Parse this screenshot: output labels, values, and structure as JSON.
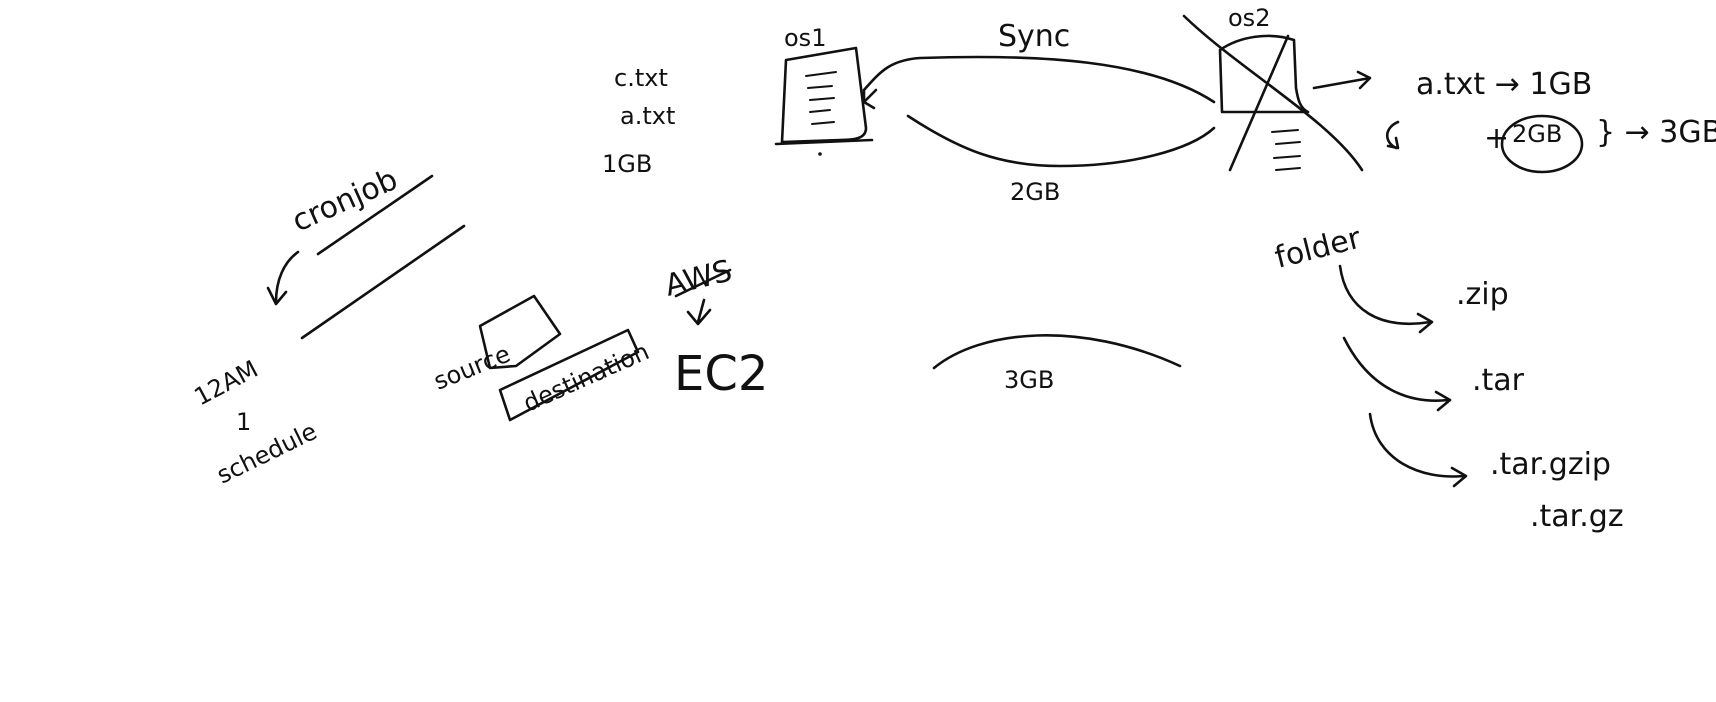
{
  "canvas": {
    "background": "#ffffff",
    "ink_color": "#111111"
  },
  "left": {
    "cronjob_label": "cronjob",
    "time_label": "12AM",
    "tick_label": "1",
    "schedule_label": "schedule",
    "source_label": "source",
    "destination_label": "destination"
  },
  "aws": {
    "aws_label": "AWS",
    "ec2_label": "EC2"
  },
  "sync_diagram": {
    "files": [
      "c.txt",
      "a.txt",
      "1GB"
    ],
    "os1_label": "os1",
    "os2_label": "os2",
    "sync_label": "Sync",
    "size_2gb": "2GB",
    "size_3gb": "3GB"
  },
  "right": {
    "file_size_line": "a.txt → 1GB",
    "plus_label": "+",
    "circled_size": "2GB",
    "total_label": "} → 3GB"
  },
  "archive": {
    "folder_label": "folder",
    "formats": [
      ".zip",
      ".tar",
      ".tar.gzip",
      ".tar.gz"
    ]
  }
}
